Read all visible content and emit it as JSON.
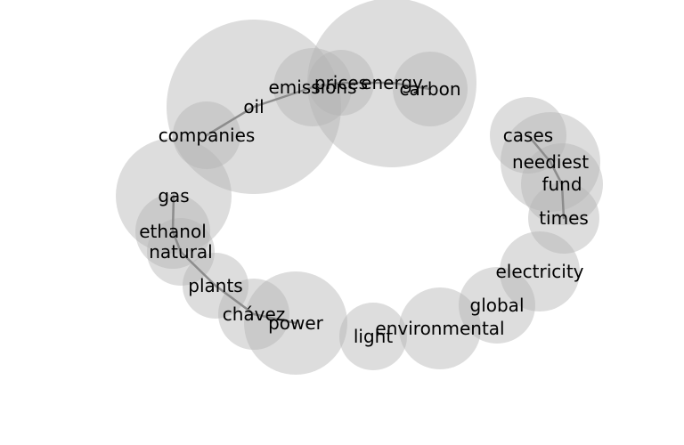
{
  "diagram": {
    "type": "word-bubble-network",
    "bubble_color": "#b4b4b4",
    "edge_color": "#8c8c8c",
    "text_color": "#000000",
    "nodes": [
      {
        "id": "oil",
        "label": "oil"
      },
      {
        "id": "energy",
        "label": "energy"
      },
      {
        "id": "prices",
        "label": "prices"
      },
      {
        "id": "emissions",
        "label": "emissions"
      },
      {
        "id": "carbon",
        "label": "carbon"
      },
      {
        "id": "companies",
        "label": "companies"
      },
      {
        "id": "gas",
        "label": "gas"
      },
      {
        "id": "ethanol",
        "label": "ethanol"
      },
      {
        "id": "natural",
        "label": "natural"
      },
      {
        "id": "plants",
        "label": "plants"
      },
      {
        "id": "chavez",
        "label": "chávez"
      },
      {
        "id": "power",
        "label": "power"
      },
      {
        "id": "light",
        "label": "light"
      },
      {
        "id": "environmental",
        "label": "environmental"
      },
      {
        "id": "global",
        "label": "global"
      },
      {
        "id": "electricity",
        "label": "electricity"
      },
      {
        "id": "times",
        "label": "times"
      },
      {
        "id": "fund",
        "label": "fund"
      },
      {
        "id": "neediest",
        "label": "neediest"
      },
      {
        "id": "cases",
        "label": "cases"
      }
    ],
    "edges": [
      [
        "companies",
        "oil"
      ],
      [
        "oil",
        "emissions"
      ],
      [
        "emissions",
        "prices"
      ],
      [
        "prices",
        "energy"
      ],
      [
        "energy",
        "carbon"
      ],
      [
        "gas",
        "ethanol"
      ],
      [
        "ethanol",
        "natural"
      ],
      [
        "natural",
        "plants"
      ],
      [
        "plants",
        "chavez"
      ],
      [
        "chavez",
        "power"
      ],
      [
        "cases",
        "neediest"
      ],
      [
        "neediest",
        "fund"
      ],
      [
        "fund",
        "times"
      ]
    ]
  }
}
